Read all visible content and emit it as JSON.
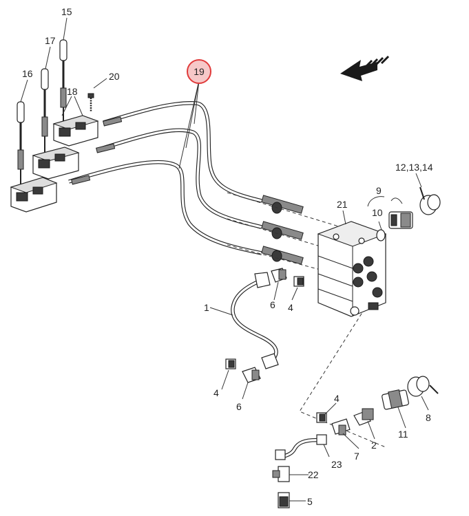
{
  "highlight": {
    "label": "19",
    "color": "#e03a3a"
  },
  "labels": {
    "l1": "1",
    "l2": "2",
    "l4a": "4",
    "l4b": "4",
    "l4c": "4",
    "l5": "5",
    "l6a": "6",
    "l6b": "6",
    "l7": "7",
    "l8": "8",
    "l9": "9",
    "l10": "10",
    "l11": "11",
    "l12": "12,13,14",
    "l15": "15",
    "l16": "16",
    "l17": "17",
    "l18": "18",
    "l20": "20",
    "l21": "21",
    "l22": "22",
    "l23": "23"
  },
  "icons": {
    "direction": "direction-arrow-icon"
  }
}
